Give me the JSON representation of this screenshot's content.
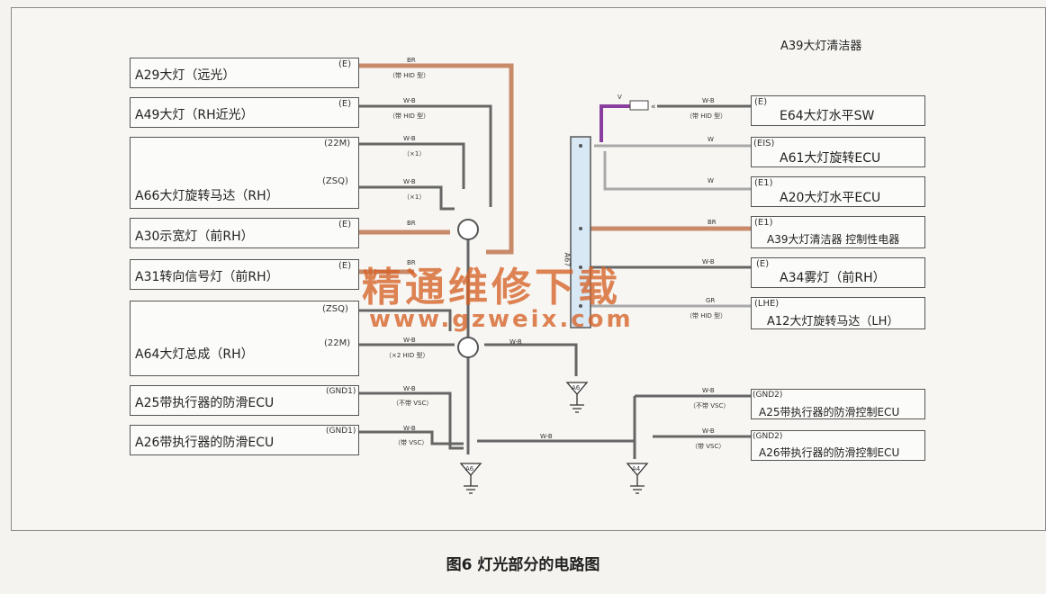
{
  "diagram": {
    "top_label": "A39大灯清洁器",
    "left_components": [
      {
        "name": "A29大灯（远光）",
        "pins": [
          "(E)"
        ]
      },
      {
        "name": "A49大灯（RH近光）",
        "pins": [
          "(E)"
        ]
      },
      {
        "name": "A66大灯旋转马达（RH）",
        "pins": [
          "(22M)",
          "(ZSQ)"
        ]
      },
      {
        "name": "A30示宽灯（前RH）",
        "pins": [
          "(E)"
        ]
      },
      {
        "name": "A31转向信号灯（前RH）",
        "pins": [
          "(E)"
        ]
      },
      {
        "name": "A64大灯总成（RH）",
        "pins": [
          "(ZSQ)",
          "(22M)"
        ]
      },
      {
        "name": "A25带执行器的防滑ECU",
        "pins": [
          "(GND1)"
        ]
      },
      {
        "name": "A26带执行器的防滑ECU",
        "pins": [
          "(GND1)"
        ]
      }
    ],
    "right_components": [
      {
        "name": "E64大灯水平SW",
        "pin": "(E)"
      },
      {
        "name": "A61大灯旋转ECU",
        "pin": "(EIS)"
      },
      {
        "name": "A20大灯水平ECU",
        "pin": "(E1)"
      },
      {
        "name": "A39大灯清洁器 控制性电器",
        "pin": "(E1)"
      },
      {
        "name": "A34雾灯（前RH）",
        "pin": "(E)"
      },
      {
        "name": "A12大灯旋转马达（LH）",
        "pin": "(LHE)"
      },
      {
        "name": "A25带执行器的防滑控制ECU",
        "pin": "(GND2)"
      },
      {
        "name": "A26带执行器的防滑控制ECU",
        "pin": "(GND2)"
      }
    ],
    "connector_label": "A67",
    "ground_labels": [
      "A6",
      "A6",
      "A4"
    ],
    "wire_colors": {
      "W-B": "W-B",
      "BR": "BR",
      "W": "W",
      "GR": "GR",
      "V": "V"
    },
    "wire_notes": [
      "（带 HID 型）",
      "（×1）",
      "（×2 HID 型）",
      "（不带 VSC）",
      "（带 VSC）"
    ],
    "colors": {
      "brown_wire": "#c98a6a",
      "purple_wire": "#8a3fa0",
      "gray_wire": "#6e6e6e",
      "light_wire": "#b9b9b9",
      "connector": "#d8e8f4"
    }
  },
  "watermark": {
    "cn": "精通维修下载",
    "url": "www.gzweix.com"
  },
  "caption": "图6  灯光部分的电路图"
}
